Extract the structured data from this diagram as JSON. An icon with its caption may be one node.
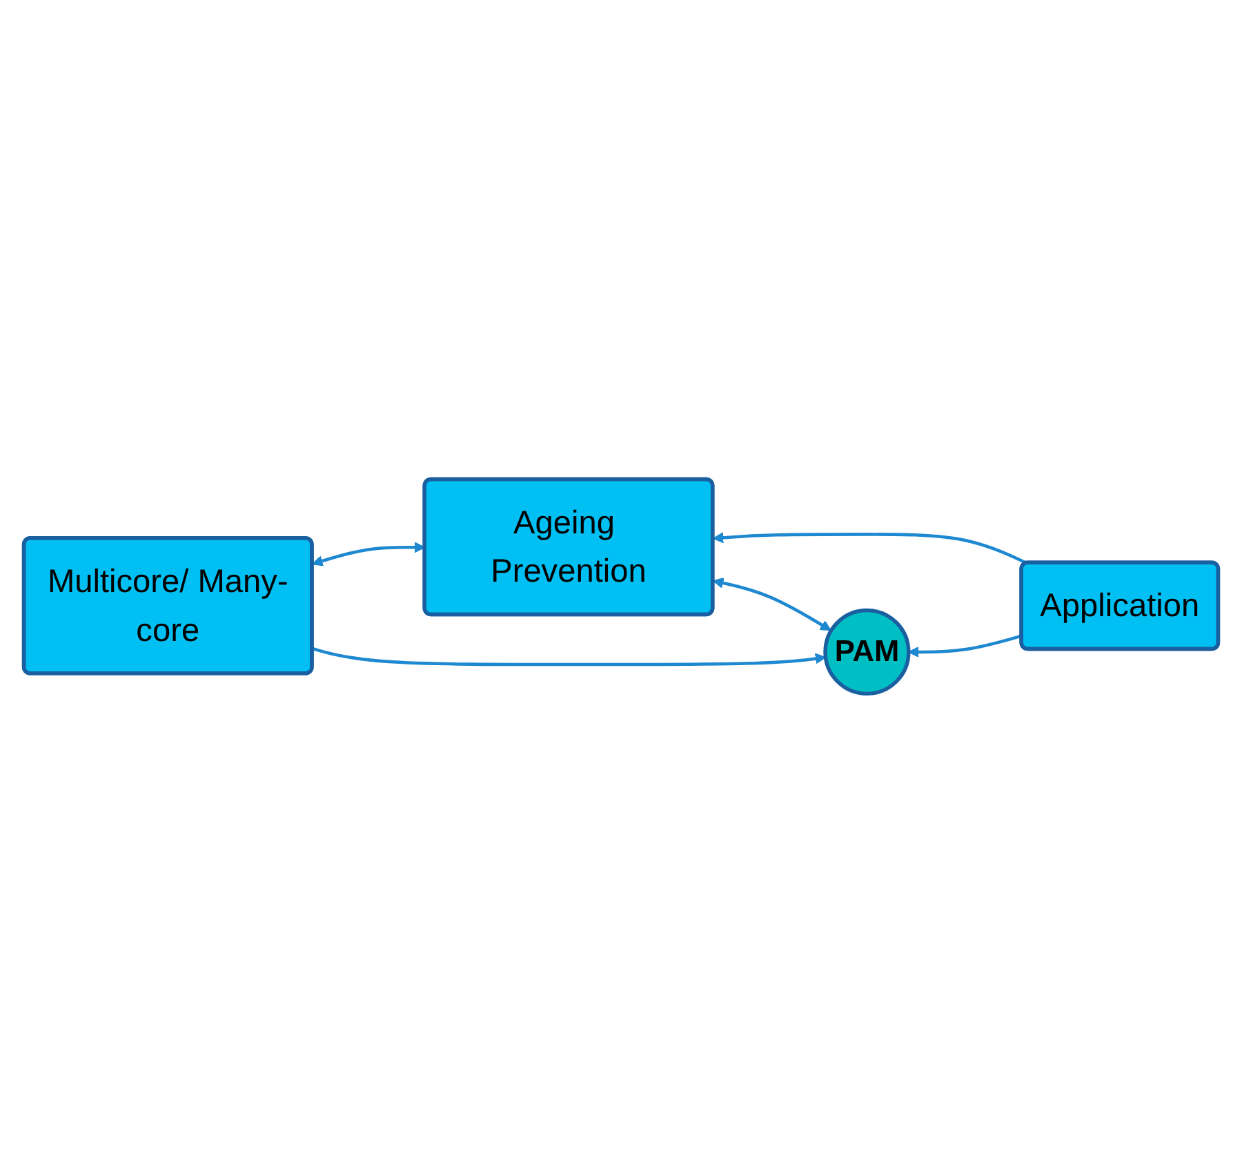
{
  "diagram": {
    "nodes": [
      {
        "text": [
          "Application"
        ]
      },
      {
        "text": [
          "PAM"
        ]
      },
      {
        "text": [
          "Ageing Prevention"
        ]
      },
      {
        "text": [
          "Multicore/ Many-core"
        ]
      }
    ],
    "edges": [
      {
        "from": 0,
        "to": 1,
        "arrow": "to"
      },
      {
        "from": 0,
        "to": 2,
        "arrow": "to"
      },
      {
        "from": 1,
        "to": 2,
        "arrow": "both"
      },
      {
        "from": 2,
        "to": 3,
        "arrow": "both"
      },
      {
        "from": 3,
        "to": 1,
        "arrow": "to"
      }
    ]
  }
}
